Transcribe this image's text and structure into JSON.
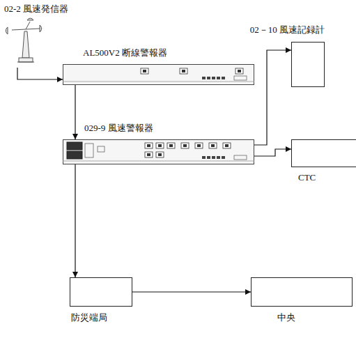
{
  "diagram": {
    "nodes": [
      {
        "text": [
          "02-2 風速発信器"
        ]
      },
      {
        "text": [
          "AL500V2 断線警報器"
        ]
      },
      {
        "text": [
          "029-9 風速警報器"
        ]
      },
      {
        "text": [
          "02－10 風速記録計"
        ]
      },
      {
        "text": [
          "CTC"
        ]
      },
      {
        "text": [
          "防災端局"
        ]
      },
      {
        "text": [
          "中央"
        ]
      }
    ],
    "edges": [
      {
        "from": 0,
        "to": 1,
        "arrow": "to"
      },
      {
        "from": 1,
        "to": 2,
        "arrow": "to"
      },
      {
        "from": 2,
        "to": 3,
        "arrow": "to"
      },
      {
        "from": 2,
        "to": 4,
        "arrow": "to"
      },
      {
        "from": 2,
        "to": 5,
        "arrow": "to"
      },
      {
        "from": 5,
        "to": 6,
        "arrow": "to"
      }
    ]
  }
}
